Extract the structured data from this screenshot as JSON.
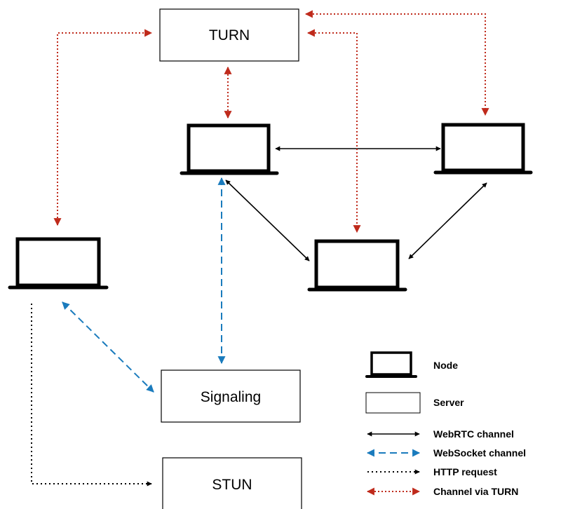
{
  "servers": {
    "turn": "TURN",
    "signaling": "Signaling",
    "stun": "STUN"
  },
  "legend": {
    "node": "Node",
    "server": "Server",
    "webrtc": "WebRTC channel",
    "websocket": "WebSocket channel",
    "http": "HTTP request",
    "turn_channel": "Channel via TURN"
  },
  "colors": {
    "webrtc": "#000000",
    "websocket": "#1a7bbd",
    "http": "#000000",
    "turn": "#bf2a1b"
  },
  "icons": {
    "node": "laptop-icon",
    "server": "rectangle-box"
  }
}
